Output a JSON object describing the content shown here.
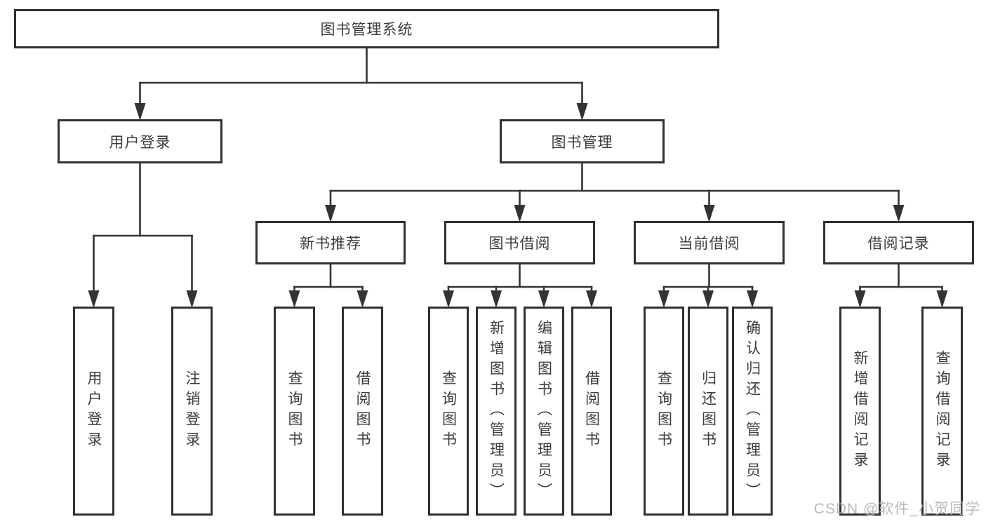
{
  "diagram": {
    "title": "图书管理系统",
    "nodes": [
      {
        "id": "root",
        "label": "图书管理系统",
        "orientation": "horizontal"
      },
      {
        "id": "user-login",
        "label": "用户登录",
        "orientation": "horizontal"
      },
      {
        "id": "book-mgmt",
        "label": "图书管理",
        "orientation": "horizontal"
      },
      {
        "id": "new-book-rec",
        "label": "新书推荐",
        "orientation": "horizontal"
      },
      {
        "id": "book-borrow",
        "label": "图书借阅",
        "orientation": "horizontal"
      },
      {
        "id": "current-borrow",
        "label": "当前借阅",
        "orientation": "horizontal"
      },
      {
        "id": "borrow-records",
        "label": "借阅记录",
        "orientation": "horizontal"
      },
      {
        "id": "leaf-user-login",
        "label": "用户登录",
        "orientation": "vertical"
      },
      {
        "id": "leaf-logout",
        "label": "注销登录",
        "orientation": "vertical"
      },
      {
        "id": "nbr-query",
        "label": "查询图书",
        "orientation": "vertical"
      },
      {
        "id": "nbr-borrow",
        "label": "借阅图书",
        "orientation": "vertical"
      },
      {
        "id": "bb-query",
        "label": "查询图书",
        "orientation": "vertical"
      },
      {
        "id": "bb-add",
        "label": "新增图书（管理员）",
        "orientation": "vertical"
      },
      {
        "id": "bb-edit",
        "label": "编辑图书（管理员）",
        "orientation": "vertical"
      },
      {
        "id": "bb-borrow",
        "label": "借阅图书",
        "orientation": "vertical"
      },
      {
        "id": "cb-query",
        "label": "查询图书",
        "orientation": "vertical"
      },
      {
        "id": "cb-return",
        "label": "归还图书",
        "orientation": "vertical"
      },
      {
        "id": "cb-confirm",
        "label": "确认归还（管理员）",
        "orientation": "vertical"
      },
      {
        "id": "br-add",
        "label": "新增借阅记录",
        "orientation": "vertical"
      },
      {
        "id": "br-query",
        "label": "查询借阅记录",
        "orientation": "vertical"
      }
    ],
    "edges": [
      {
        "from": "root",
        "to": [
          "user-login",
          "book-mgmt"
        ]
      },
      {
        "from": "user-login",
        "to": [
          "leaf-user-login",
          "leaf-logout"
        ]
      },
      {
        "from": "book-mgmt",
        "to": [
          "new-book-rec",
          "book-borrow",
          "current-borrow",
          "borrow-records"
        ]
      },
      {
        "from": "new-book-rec",
        "to": [
          "nbr-query",
          "nbr-borrow"
        ]
      },
      {
        "from": "book-borrow",
        "to": [
          "bb-query",
          "bb-add",
          "bb-edit",
          "bb-borrow"
        ]
      },
      {
        "from": "current-borrow",
        "to": [
          "cb-query",
          "cb-return",
          "cb-confirm"
        ]
      },
      {
        "from": "borrow-records",
        "to": [
          "br-add",
          "br-query"
        ]
      }
    ]
  },
  "style": {
    "line_color": "#333333",
    "box_border_color": "#303030",
    "box_fill": "#ffffff",
    "text_color": "#3d3d3d",
    "watermark_color": "#b3b3b3",
    "background": "#ffffff"
  },
  "watermark": {
    "text": "CSDN @软件_小贺同学"
  }
}
